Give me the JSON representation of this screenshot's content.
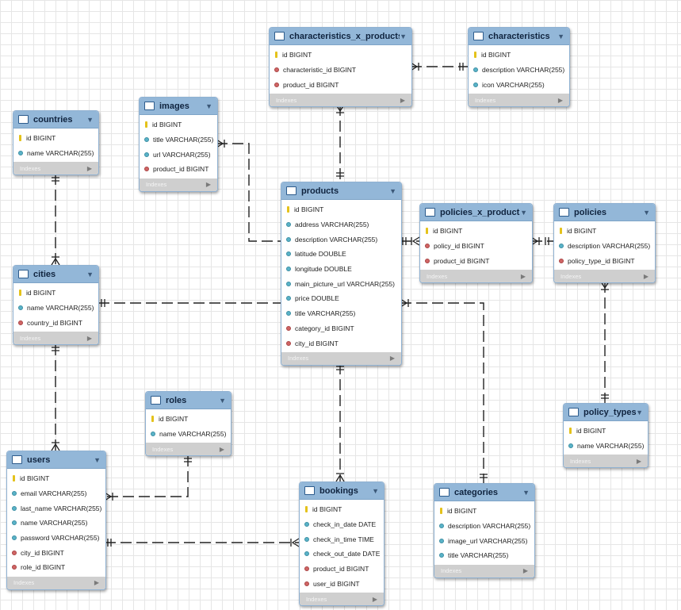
{
  "diagram": {
    "indexes_label": "Indexes",
    "tables": {
      "characteristics_x_products": {
        "name": "characteristics_x_products",
        "columns": [
          {
            "text": "id BIGINT",
            "kind": "key"
          },
          {
            "text": "characteristic_id BIGINT",
            "kind": "fk"
          },
          {
            "text": "product_id BIGINT",
            "kind": "fk"
          }
        ]
      },
      "characteristics": {
        "name": "characteristics",
        "columns": [
          {
            "text": "id BIGINT",
            "kind": "key"
          },
          {
            "text": "description VARCHAR(255)",
            "kind": "attr"
          },
          {
            "text": "icon VARCHAR(255)",
            "kind": "attr"
          }
        ]
      },
      "countries": {
        "name": "countries",
        "columns": [
          {
            "text": "id BIGINT",
            "kind": "key"
          },
          {
            "text": "name VARCHAR(255)",
            "kind": "attr"
          }
        ]
      },
      "images": {
        "name": "images",
        "columns": [
          {
            "text": "id BIGINT",
            "kind": "key"
          },
          {
            "text": "title VARCHAR(255)",
            "kind": "attr"
          },
          {
            "text": "url VARCHAR(255)",
            "kind": "attr"
          },
          {
            "text": "product_id BIGINT",
            "kind": "fk"
          }
        ]
      },
      "products": {
        "name": "products",
        "columns": [
          {
            "text": "id BIGINT",
            "kind": "key"
          },
          {
            "text": "address VARCHAR(255)",
            "kind": "attr"
          },
          {
            "text": "description VARCHAR(255)",
            "kind": "attr"
          },
          {
            "text": "latitude DOUBLE",
            "kind": "attr"
          },
          {
            "text": "longitude DOUBLE",
            "kind": "attr"
          },
          {
            "text": "main_picture_url VARCHAR(255)",
            "kind": "attr"
          },
          {
            "text": "price DOUBLE",
            "kind": "attr"
          },
          {
            "text": "title VARCHAR(255)",
            "kind": "attr"
          },
          {
            "text": "category_id BIGINT",
            "kind": "fk"
          },
          {
            "text": "city_id BIGINT",
            "kind": "fk"
          }
        ]
      },
      "policies_x_products": {
        "name": "policies_x_products",
        "columns": [
          {
            "text": "id BIGINT",
            "kind": "key"
          },
          {
            "text": "policy_id BIGINT",
            "kind": "fk"
          },
          {
            "text": "product_id BIGINT",
            "kind": "fk"
          }
        ]
      },
      "policies": {
        "name": "policies",
        "columns": [
          {
            "text": "id BIGINT",
            "kind": "key"
          },
          {
            "text": "description VARCHAR(255)",
            "kind": "attr"
          },
          {
            "text": "policy_type_id BIGINT",
            "kind": "fk"
          }
        ]
      },
      "cities": {
        "name": "cities",
        "columns": [
          {
            "text": "id BIGINT",
            "kind": "key"
          },
          {
            "text": "name VARCHAR(255)",
            "kind": "attr"
          },
          {
            "text": "country_id BIGINT",
            "kind": "fk"
          }
        ]
      },
      "roles": {
        "name": "roles",
        "columns": [
          {
            "text": "id BIGINT",
            "kind": "key"
          },
          {
            "text": "name VARCHAR(255)",
            "kind": "attr"
          }
        ]
      },
      "policy_types": {
        "name": "policy_types",
        "columns": [
          {
            "text": "id BIGINT",
            "kind": "key"
          },
          {
            "text": "name VARCHAR(255)",
            "kind": "attr"
          }
        ]
      },
      "users": {
        "name": "users",
        "columns": [
          {
            "text": "id BIGINT",
            "kind": "key"
          },
          {
            "text": "email VARCHAR(255)",
            "kind": "attr"
          },
          {
            "text": "last_name VARCHAR(255)",
            "kind": "attr"
          },
          {
            "text": "name VARCHAR(255)",
            "kind": "attr"
          },
          {
            "text": "password VARCHAR(255)",
            "kind": "attr"
          },
          {
            "text": "city_id BIGINT",
            "kind": "fk"
          },
          {
            "text": "role_id BIGINT",
            "kind": "fk"
          }
        ]
      },
      "bookings": {
        "name": "bookings",
        "columns": [
          {
            "text": "id BIGINT",
            "kind": "key"
          },
          {
            "text": "check_in_date DATE",
            "kind": "attr"
          },
          {
            "text": "check_in_time TIME",
            "kind": "attr"
          },
          {
            "text": "check_out_date DATE",
            "kind": "attr"
          },
          {
            "text": "product_id BIGINT",
            "kind": "fk"
          },
          {
            "text": "user_id BIGINT",
            "kind": "fk"
          }
        ]
      },
      "categories": {
        "name": "categories",
        "columns": [
          {
            "text": "id BIGINT",
            "kind": "key"
          },
          {
            "text": "description VARCHAR(255)",
            "kind": "attr"
          },
          {
            "text": "image_url VARCHAR(255)",
            "kind": "attr"
          },
          {
            "text": "title VARCHAR(255)",
            "kind": "attr"
          }
        ]
      }
    }
  }
}
